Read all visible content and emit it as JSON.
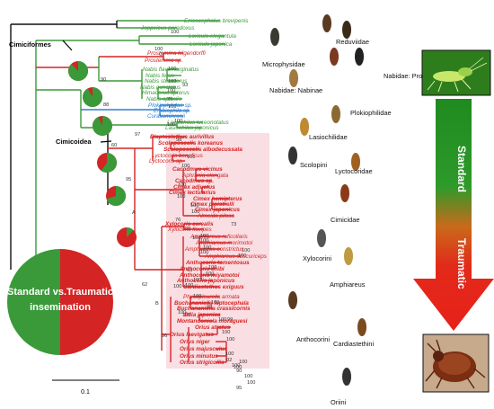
{
  "colors": {
    "standard": "#3a9a3a",
    "traumatic": "#d42424",
    "blue": "#2f7fd0",
    "black": "#111111",
    "pink": "#f4c2cc"
  },
  "clades": {
    "cimiciformes": "Cimiciformes",
    "cimicoidea": "Cimicoidea",
    "a": "A",
    "b": "B",
    "c": "C"
  },
  "taxa": [
    "Enicocephalus brevipenis",
    "Joppeicus paradoxus",
    "Loricula elegantula",
    "Loricula japonica",
    "Prostemma hilgendorffi",
    "Prostemma sp.",
    "Nabis flavomarginatus",
    "Nabis ferus",
    "Nabis stenoferus",
    "Nabis punctatus",
    "Himacerus apterus",
    "Nabis apicalis",
    "Plokiophilidae sp.",
    "Embiophila sp.",
    "Curaliuminronii",
    "Lasiochilus luceonotatus",
    "Lasiochilus japonicus",
    "Blaptostethus aurivillus",
    "Scoloposcelis koreanus",
    "Scoloposcelis albodecussata",
    "Lyctocoris beneficus",
    "Lyctocoris sp.",
    "Cacodmus vicinus",
    "Aphrania elongata",
    "Cacodmus sp.",
    "Cimex adjuctus",
    "Cimex lectularius",
    "Cimex hemipterus",
    "Cimex pipistrelli",
    "Cimex japonicus",
    "Almeida pilosa",
    "Xylocoris cerealis",
    "Xylocoris flavipes",
    "Amphiareus ruficollaris",
    "Amphiareus morimotoi",
    "Amphiareus constrictus",
    "Amphiareus obscuriceps",
    "Anthocoris tomentosus",
    "Anthocoris chibi",
    "Anthocoris miyamotoi",
    "Anthocoris japonicus",
    "Cardiastethus exiguus",
    "Physopleurella armata",
    "Buchananiella leptocephala",
    "Buchananiella crassicornis",
    "Bilia japonica",
    "Montandoniola moraguesi",
    "Orius atratus",
    "Orius laevigatus",
    "Orius niger",
    "Orius majusculus",
    "Orius minutus",
    "Orius strigicollis"
  ],
  "bootstrap": [
    "90",
    "100",
    "100",
    "88",
    "100",
    "100",
    "93",
    "100",
    "78",
    "100",
    "100",
    "60",
    "97",
    "100",
    "98",
    "100",
    "100",
    "95",
    "100",
    "100",
    "100",
    "100",
    "76",
    "100",
    "100",
    "100",
    "100",
    "73",
    "100",
    "100",
    "100",
    "100",
    "62",
    "100",
    "100",
    "100",
    "100",
    "63",
    "100",
    "100",
    "98",
    "100",
    "100",
    "100",
    "100",
    "99",
    "96",
    "100",
    "100",
    "100",
    "100",
    "92",
    "100",
    "100",
    "90",
    "100",
    "100",
    "95"
  ],
  "families": {
    "reduviidae": "Reduviidae",
    "microphysidae": "Microphysidae",
    "nabidae_prostemmatinae": "Nabidae: Prostemmatinae",
    "nabidae_nabinae": "Nabidae: Nabinae",
    "plokiophilidae": "Plokiophilidae",
    "lasiochilidae": "Lasiochilidae",
    "scolopini": "Scolopini",
    "lyctocoridae": "Lyctocoridae",
    "cimicidae": "Cimicidae",
    "xylocorini": "Xylocorini",
    "amphiareus": "Amphiareus",
    "anthocorini": "Anthocorini",
    "cardiastethini": "Cardiastethini",
    "oriini": "Oriini"
  },
  "arrow": {
    "standard": "Standard",
    "traumatic": "Traumatic"
  },
  "pie": {
    "label": "Standard vs.Traumatic insemination",
    "standard_fraction": 0.5
  },
  "node_pies": [
    {
      "standard_fraction": 0.88
    },
    {
      "standard_fraction": 0.92
    },
    {
      "standard_fraction": 0.93
    },
    {
      "standard_fraction": 0.6
    },
    {
      "standard_fraction": 0.7
    },
    {
      "standard_fraction": 0.12
    }
  ],
  "scale": {
    "label": "0.1"
  }
}
